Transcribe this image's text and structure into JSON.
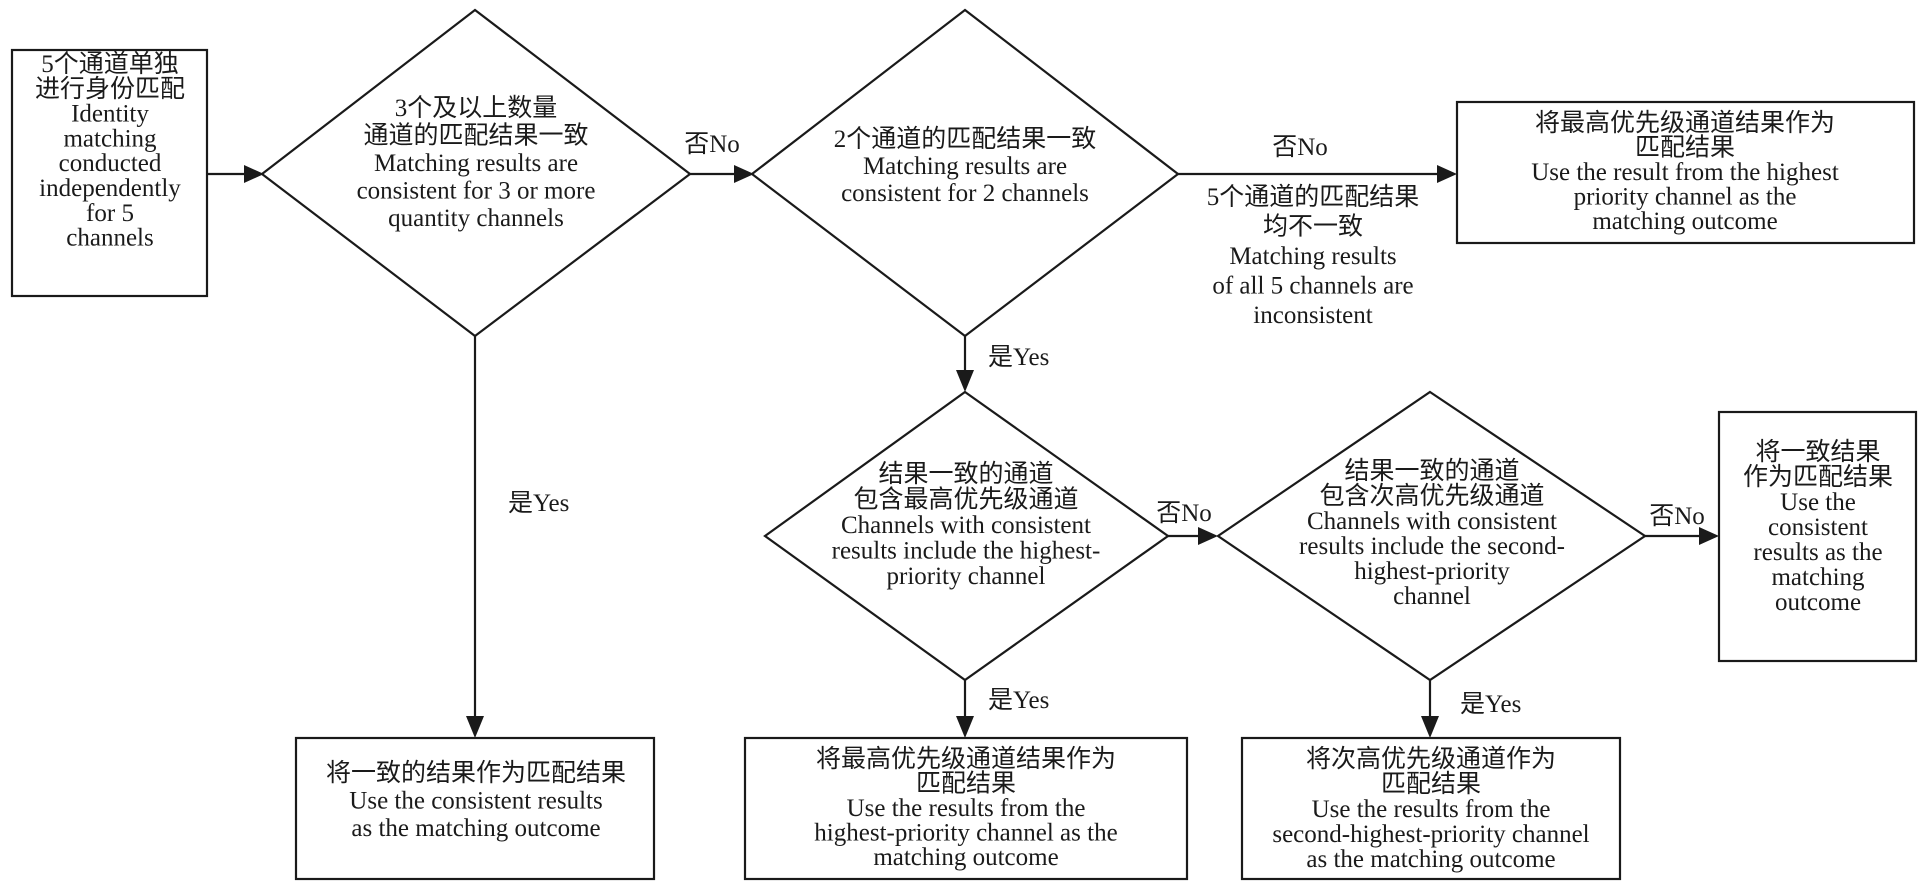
{
  "nodes": {
    "start": {
      "lines": [
        "5个通道单独",
        "进行身份匹配",
        "Identity",
        "matching",
        "conducted",
        "independently",
        "for 5",
        "channels"
      ]
    },
    "d1": {
      "lines": [
        "3个及以上数量",
        "通道的匹配结果一致",
        "Matching results are",
        "consistent for 3 or more",
        "quantity channels"
      ]
    },
    "d2": {
      "lines": [
        "2个通道的匹配结果一致",
        "Matching results are",
        "consistent for 2 channels"
      ]
    },
    "r_highest": {
      "lines": [
        "将最高优先级通道结果作为",
        "匹配结果",
        "Use the result from the highest",
        "priority channel as the",
        "matching outcome"
      ]
    },
    "d3": {
      "lines": [
        "结果一致的通道",
        "包含最高优先级通道",
        "Channels with consistent",
        "results include the highest-",
        "priority channel"
      ]
    },
    "d4": {
      "lines": [
        "结果一致的通道",
        "包含次高优先级通道",
        "Channels with consistent",
        "results include the second-",
        "highest-priority",
        "channel"
      ]
    },
    "r_consistent_right": {
      "lines": [
        "将一致结果",
        "作为匹配结果",
        "Use the",
        "consistent",
        "results as the",
        "matching",
        "outcome"
      ]
    },
    "r_consistent_left": {
      "lines": [
        "将一致的结果作为匹配结果",
        "Use the consistent results",
        "as the matching outcome"
      ]
    },
    "r_highest_mid": {
      "lines": [
        "将最高优先级通道结果作为",
        "匹配结果",
        "Use the results from the",
        "highest-priority channel as the",
        "matching outcome"
      ]
    },
    "r_second": {
      "lines": [
        "将次高优先级通道作为",
        "匹配结果",
        "Use the results from the",
        "second-highest-priority channel",
        "as the matching outcome"
      ]
    }
  },
  "edges": {
    "d1_d2": "否No",
    "d2_rhighest": [
      "否No",
      "5个通道的匹配结果",
      "均不一致",
      "Matching results",
      "of all 5 channels are",
      "inconsistent"
    ],
    "d2_d3": "是Yes",
    "d1_rleft": "是Yes",
    "d3_d4": "否No",
    "d3_rmid": "是Yes",
    "d4_rright": "否No",
    "d4_rsecond": "是Yes"
  }
}
